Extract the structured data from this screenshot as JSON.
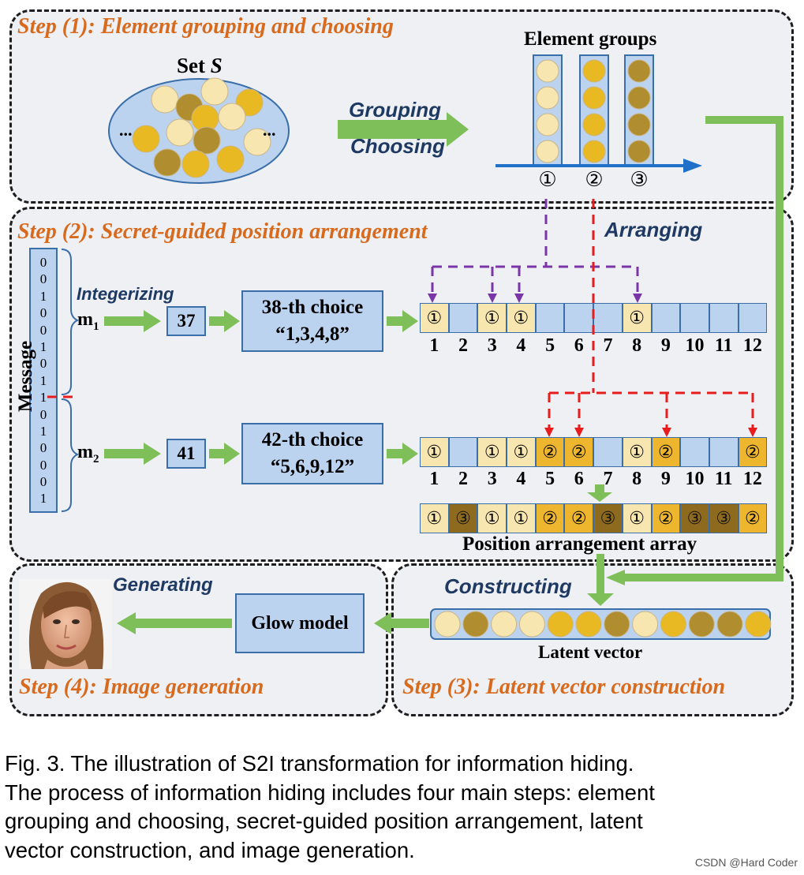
{
  "step1": {
    "title": "Step (1): Element grouping and choosing",
    "set_label": "Set S",
    "ellipsis": "...",
    "verb_grouping": "Grouping",
    "verb_choosing": "Choosing",
    "groups_label": "Element groups",
    "group_ids": [
      "①",
      "②",
      "③"
    ]
  },
  "step2": {
    "title": "Step (2): Secret-guided position arrangement",
    "verb_arranging": "Arranging",
    "verb_integerizing": "Integerizing",
    "message_label": "Message",
    "bits": [
      "0",
      "0",
      "1",
      "0",
      "0",
      "1",
      "0",
      "1",
      "1",
      "0",
      "1",
      "0",
      "0",
      "0",
      "1"
    ],
    "m1": {
      "label": "m",
      "sub": "1",
      "integer": "37",
      "choice_line1": "38-th choice",
      "choice_line2": "“1,3,4,8”"
    },
    "m2": {
      "label": "m",
      "sub": "2",
      "integer": "41",
      "choice_line1": "42-th choice",
      "choice_line2": "“5,6,9,12”"
    },
    "positions": [
      "1",
      "2",
      "3",
      "4",
      "5",
      "6",
      "7",
      "8",
      "9",
      "10",
      "11",
      "12"
    ],
    "array1": [
      "①",
      "",
      "①",
      "①",
      "",
      "",
      "",
      "①",
      "",
      "",
      "",
      ""
    ],
    "array2": [
      "①",
      "",
      "①",
      "①",
      "②",
      "②",
      "",
      "①",
      "②",
      "",
      "",
      "②"
    ],
    "array3": [
      "①",
      "③",
      "①",
      "①",
      "②",
      "②",
      "③",
      "①",
      "②",
      "③",
      "③",
      "②"
    ],
    "array_label": "Position arrangement array"
  },
  "step3": {
    "title": "Step (3):  Latent vector construction",
    "verb_constructing": "Constructing",
    "vector_label": "Latent vector"
  },
  "step4": {
    "title": "Step (4): Image generation",
    "verb_generating": "Generating",
    "model_label": "Glow model"
  },
  "caption": {
    "line1": "Fig. 3. The illustration of S2I transformation for information hiding.",
    "line2": "The process of information hiding includes four main steps: element",
    "line3": "grouping and choosing, secret-guided position arrangement, latent",
    "line4": "vector construction, and image generation."
  },
  "watermark": "CSDN @Hard Coder",
  "colors": {
    "group1": "#f7e6b0",
    "group2": "#e8b923",
    "group3": "#b08d2e",
    "step_title": "#d86a1e",
    "verb": "#1e3a63",
    "box_fill": "#bcd3f0",
    "arrow_green": "#7fbf5a",
    "arrow_purple": "#7a36a8",
    "arrow_red": "#e81c1c"
  }
}
